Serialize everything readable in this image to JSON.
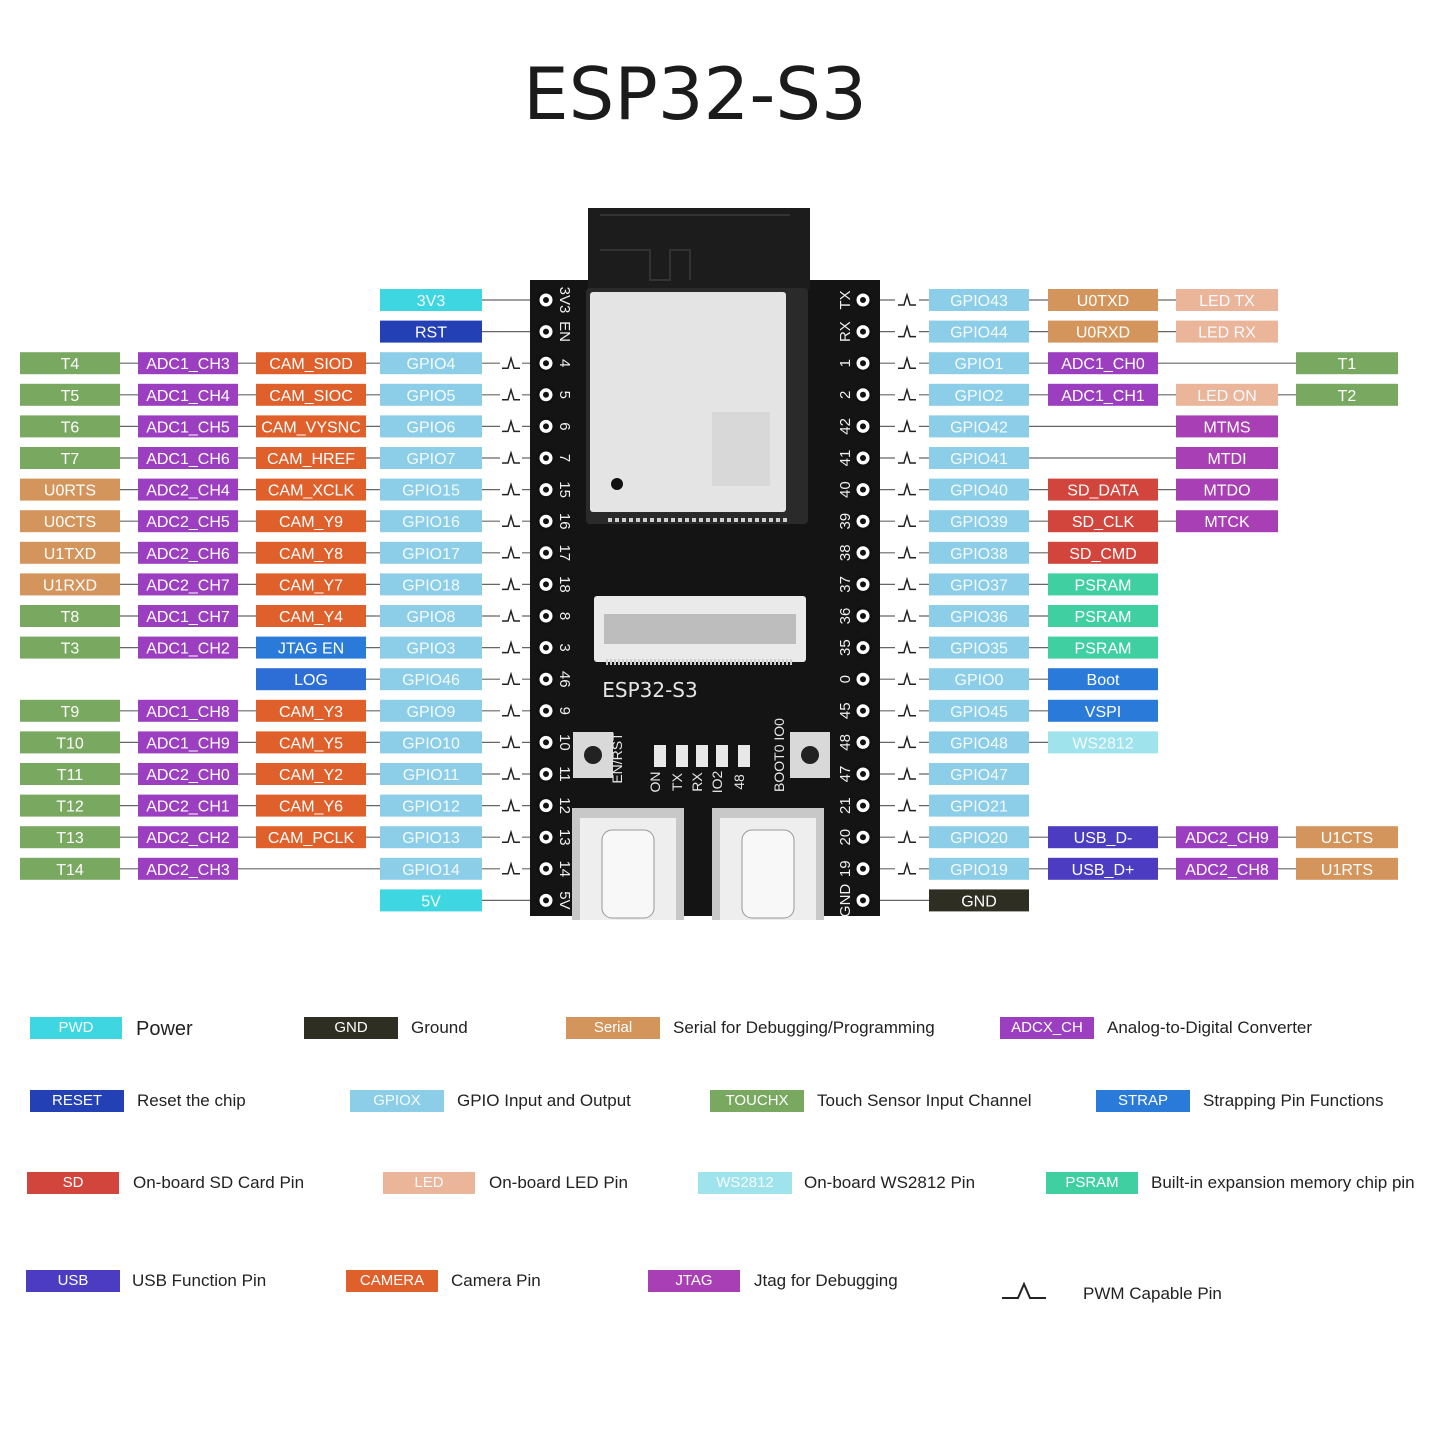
{
  "title": "ESP32-S3",
  "colors": {
    "power": "#3ed6e0",
    "gnd": "#2e2e22",
    "serial": "#d4955c",
    "adc": "#9b3ebf",
    "reset": "#2440b5",
    "gpio": "#8ccde8",
    "touch": "#79a860",
    "strap": "#2a7bd9",
    "sd": "#d1453c",
    "led": "#ebb59a",
    "ws2812": "#9fe3ec",
    "psram": "#3fcfa0",
    "usb": "#4b3cc2",
    "camera": "#e0602b",
    "jtag": "#a93fb5",
    "log": "#2c6ed6",
    "text_light": "#ffffff",
    "board": "#141414"
  },
  "board_text": {
    "left_silk": [
      "3V3",
      "EN",
      "4",
      "5",
      "6",
      "7",
      "15",
      "16",
      "17",
      "18",
      "8",
      "3",
      "46",
      "9",
      "10",
      "11",
      "12",
      "13",
      "14",
      "5V"
    ],
    "right_silk": [
      "TX",
      "RX",
      "1",
      "2",
      "42",
      "41",
      "40",
      "39",
      "38",
      "37",
      "36",
      "35",
      "0",
      "45",
      "48",
      "47",
      "21",
      "20",
      "19",
      "GND"
    ],
    "board_label": "ESP32-S3",
    "btn_left_label": "EN/RST",
    "btn_right_label": "BOOT0 IO0",
    "led_labels": [
      "ON",
      "TX",
      "RX",
      "IO2",
      "48"
    ]
  },
  "left_pins": [
    {
      "row": 0,
      "gpio": "3V3",
      "gpio_type": "power"
    },
    {
      "row": 1,
      "gpio": "RST",
      "gpio_type": "reset"
    },
    {
      "row": 2,
      "gpio": "GPIO4",
      "pwm": true,
      "touch": "T4",
      "adc": "ADC1_CH3",
      "func": "CAM_SIOD",
      "func_type": "camera"
    },
    {
      "row": 3,
      "gpio": "GPIO5",
      "pwm": true,
      "touch": "T5",
      "adc": "ADC1_CH4",
      "func": "CAM_SIOC",
      "func_type": "camera"
    },
    {
      "row": 4,
      "gpio": "GPIO6",
      "pwm": true,
      "touch": "T6",
      "adc": "ADC1_CH5",
      "func": "CAM_VYSNC",
      "func_type": "camera"
    },
    {
      "row": 5,
      "gpio": "GPIO7",
      "pwm": true,
      "touch": "T7",
      "adc": "ADC1_CH6",
      "func": "CAM_HREF",
      "func_type": "camera"
    },
    {
      "row": 6,
      "gpio": "GPIO15",
      "pwm": true,
      "serial": "U0RTS",
      "adc": "ADC2_CH4",
      "func": "CAM_XCLK",
      "func_type": "camera"
    },
    {
      "row": 7,
      "gpio": "GPIO16",
      "pwm": true,
      "serial": "U0CTS",
      "adc": "ADC2_CH5",
      "func": "CAM_Y9",
      "func_type": "camera"
    },
    {
      "row": 8,
      "gpio": "GPIO17",
      "pwm": true,
      "serial": "U1TXD",
      "adc": "ADC2_CH6",
      "func": "CAM_Y8",
      "func_type": "camera"
    },
    {
      "row": 9,
      "gpio": "GPIO18",
      "pwm": true,
      "serial": "U1RXD",
      "adc": "ADC2_CH7",
      "func": "CAM_Y7",
      "func_type": "camera"
    },
    {
      "row": 10,
      "gpio": "GPIO8",
      "pwm": true,
      "touch": "T8",
      "adc": "ADC1_CH7",
      "func": "CAM_Y4",
      "func_type": "camera"
    },
    {
      "row": 11,
      "gpio": "GPIO3",
      "pwm": true,
      "touch": "T3",
      "adc": "ADC1_CH2",
      "func": "JTAG EN",
      "func_type": "strap"
    },
    {
      "row": 12,
      "gpio": "GPIO46",
      "pwm": true,
      "func": "LOG",
      "func_type": "log"
    },
    {
      "row": 13,
      "gpio": "GPIO9",
      "pwm": true,
      "touch": "T9",
      "adc": "ADC1_CH8",
      "func": "CAM_Y3",
      "func_type": "camera"
    },
    {
      "row": 14,
      "gpio": "GPIO10",
      "pwm": true,
      "touch": "T10",
      "adc": "ADC1_CH9",
      "func": "CAM_Y5",
      "func_type": "camera"
    },
    {
      "row": 15,
      "gpio": "GPIO11",
      "pwm": true,
      "touch": "T11",
      "adc": "ADC2_CH0",
      "func": "CAM_Y2",
      "func_type": "camera"
    },
    {
      "row": 16,
      "gpio": "GPIO12",
      "pwm": true,
      "touch": "T12",
      "adc": "ADC2_CH1",
      "func": "CAM_Y6",
      "func_type": "camera"
    },
    {
      "row": 17,
      "gpio": "GPIO13",
      "pwm": true,
      "touch": "T13",
      "adc": "ADC2_CH2",
      "func": "CAM_PCLK",
      "func_type": "camera"
    },
    {
      "row": 18,
      "gpio": "GPIO14",
      "pwm": true,
      "touch": "T14",
      "adc": "ADC2_CH3"
    },
    {
      "row": 19,
      "gpio": "5V",
      "gpio_type": "power"
    }
  ],
  "right_pins": [
    {
      "row": 0,
      "gpio": "GPIO43",
      "pwm": true,
      "c1": "U0TXD",
      "c1_type": "serial",
      "c2": "LED TX",
      "c2_type": "led"
    },
    {
      "row": 1,
      "gpio": "GPIO44",
      "pwm": true,
      "c1": "U0RXD",
      "c1_type": "serial",
      "c2": "LED RX",
      "c2_type": "led"
    },
    {
      "row": 2,
      "gpio": "GPIO1",
      "pwm": true,
      "c1": "ADC1_CH0",
      "c1_type": "adc",
      "c3": "T1",
      "c3_type": "touch"
    },
    {
      "row": 3,
      "gpio": "GPIO2",
      "pwm": true,
      "c1": "ADC1_CH1",
      "c1_type": "adc",
      "c2": "LED ON",
      "c2_type": "led",
      "c3": "T2",
      "c3_type": "touch"
    },
    {
      "row": 4,
      "gpio": "GPIO42",
      "pwm": true,
      "c2": "MTMS",
      "c2_type": "jtag"
    },
    {
      "row": 5,
      "gpio": "GPIO41",
      "pwm": true,
      "c2": "MTDI",
      "c2_type": "jtag"
    },
    {
      "row": 6,
      "gpio": "GPIO40",
      "pwm": true,
      "c1": "SD_DATA",
      "c1_type": "sd",
      "c2": "MTDO",
      "c2_type": "jtag"
    },
    {
      "row": 7,
      "gpio": "GPIO39",
      "pwm": true,
      "c1": "SD_CLK",
      "c1_type": "sd",
      "c2": "MTCK",
      "c2_type": "jtag"
    },
    {
      "row": 8,
      "gpio": "GPIO38",
      "pwm": true,
      "c1": "SD_CMD",
      "c1_type": "sd"
    },
    {
      "row": 9,
      "gpio": "GPIO37",
      "pwm": true,
      "c1": "PSRAM",
      "c1_type": "psram"
    },
    {
      "row": 10,
      "gpio": "GPIO36",
      "pwm": true,
      "c1": "PSRAM",
      "c1_type": "psram"
    },
    {
      "row": 11,
      "gpio": "GPIO35",
      "pwm": true,
      "c1": "PSRAM",
      "c1_type": "psram"
    },
    {
      "row": 12,
      "gpio": "GPIO0",
      "pwm": true,
      "c1": "Boot",
      "c1_type": "strap"
    },
    {
      "row": 13,
      "gpio": "GPIO45",
      "pwm": true,
      "c1": "VSPI",
      "c1_type": "strap"
    },
    {
      "row": 14,
      "gpio": "GPIO48",
      "pwm": true,
      "c1": "WS2812",
      "c1_type": "ws2812"
    },
    {
      "row": 15,
      "gpio": "GPIO47",
      "pwm": true
    },
    {
      "row": 16,
      "gpio": "GPIO21",
      "pwm": true
    },
    {
      "row": 17,
      "gpio": "GPIO20",
      "pwm": true,
      "c1": "USB_D-",
      "c1_type": "usb",
      "c2": "ADC2_CH9",
      "c2_type": "adc",
      "c3": "U1CTS",
      "c3_type": "serial"
    },
    {
      "row": 18,
      "gpio": "GPIO19",
      "pwm": true,
      "c1": "USB_D+",
      "c1_type": "usb",
      "c2": "ADC2_CH8",
      "c2_type": "adc",
      "c3": "U1RTS",
      "c3_type": "serial"
    },
    {
      "row": 19,
      "gpio": "GND",
      "gpio_type": "gnd"
    }
  ],
  "legend": [
    {
      "box": "PWD",
      "type": "power",
      "text": "Power"
    },
    {
      "box": "GND",
      "type": "gnd",
      "text": "Ground"
    },
    {
      "box": "Serial",
      "type": "serial",
      "text": "Serial for Debugging/Programming"
    },
    {
      "box": "ADCX_CH",
      "type": "adc",
      "text": "Analog-to-Digital Converter"
    },
    {
      "box": "RESET",
      "type": "reset",
      "text": "Reset the chip"
    },
    {
      "box": "GPIOX",
      "type": "gpio",
      "text": "GPIO Input and Output"
    },
    {
      "box": "TOUCHX",
      "type": "touch",
      "text": "Touch Sensor Input Channel"
    },
    {
      "box": "STRAP",
      "type": "strap",
      "text": "Strapping Pin Functions"
    },
    {
      "box": "SD",
      "type": "sd",
      "text": "On-board SD Card Pin"
    },
    {
      "box": "LED",
      "type": "led",
      "text": "On-board LED Pin"
    },
    {
      "box": "WS2812",
      "type": "ws2812",
      "text": "On-board WS2812 Pin"
    },
    {
      "box": "PSRAM",
      "type": "psram",
      "text": "Built-in expansion memory chip pin"
    },
    {
      "box": "USB",
      "type": "usb",
      "text": "USB Function Pin"
    },
    {
      "box": "CAMERA",
      "type": "camera",
      "text": "Camera Pin"
    },
    {
      "box": "JTAG",
      "type": "jtag",
      "text": "Jtag for Debugging"
    },
    {
      "box": "",
      "type": "pwm",
      "text": "PWM Capable Pin"
    }
  ]
}
